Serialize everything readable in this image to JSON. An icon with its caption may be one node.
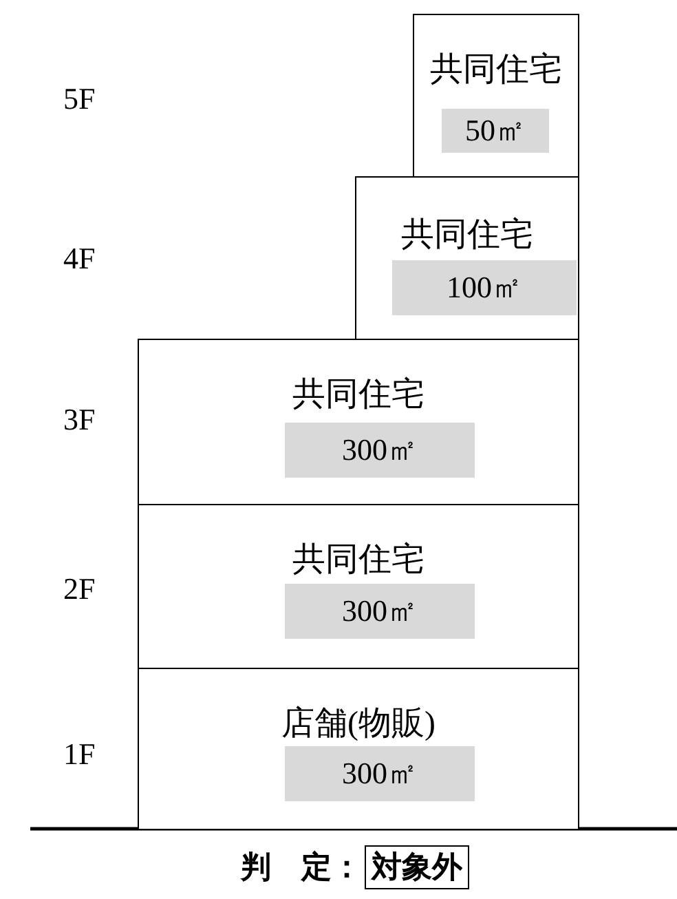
{
  "diagram": {
    "nodes": [
      {
        "text": [
          "共同住宅",
          "50㎡"
        ]
      },
      {
        "text": [
          "共同住宅",
          "100㎡"
        ]
      },
      {
        "text": [
          "共同住宅",
          "300㎡"
        ]
      },
      {
        "text": [
          "共同住宅",
          "300㎡"
        ]
      },
      {
        "text": [
          "店舗(物販)",
          "300㎡"
        ]
      },
      {
        "text": [
          "対象外"
        ]
      }
    ],
    "labels": [
      "5F",
      "4F",
      "3F",
      "2F",
      "1F",
      "判　定："
    ]
  }
}
